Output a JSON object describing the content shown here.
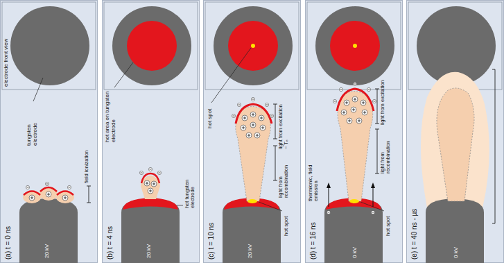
{
  "diagram": {
    "labels": [
      "electrode front view",
      "tungsten electrode",
      "field ionization",
      "20 kV",
      "(a) t = 0 ns",
      "hot area on tungsten electrode",
      "hot tungsten electrode",
      "20 kV",
      "(b) t = 4 ns",
      "hot spot",
      "light from excitation ~ Tₑ",
      "light from recombination",
      "hot spot",
      "20 kV",
      "(c) t = 10 ns",
      "light from excitation",
      "light from recombination",
      "thermionic, field emission",
      "hot spot",
      "0 kV",
      "(d) t = 16 ns",
      "0 kV",
      "(e) t = 40 ns - µs"
    ]
  }
}
